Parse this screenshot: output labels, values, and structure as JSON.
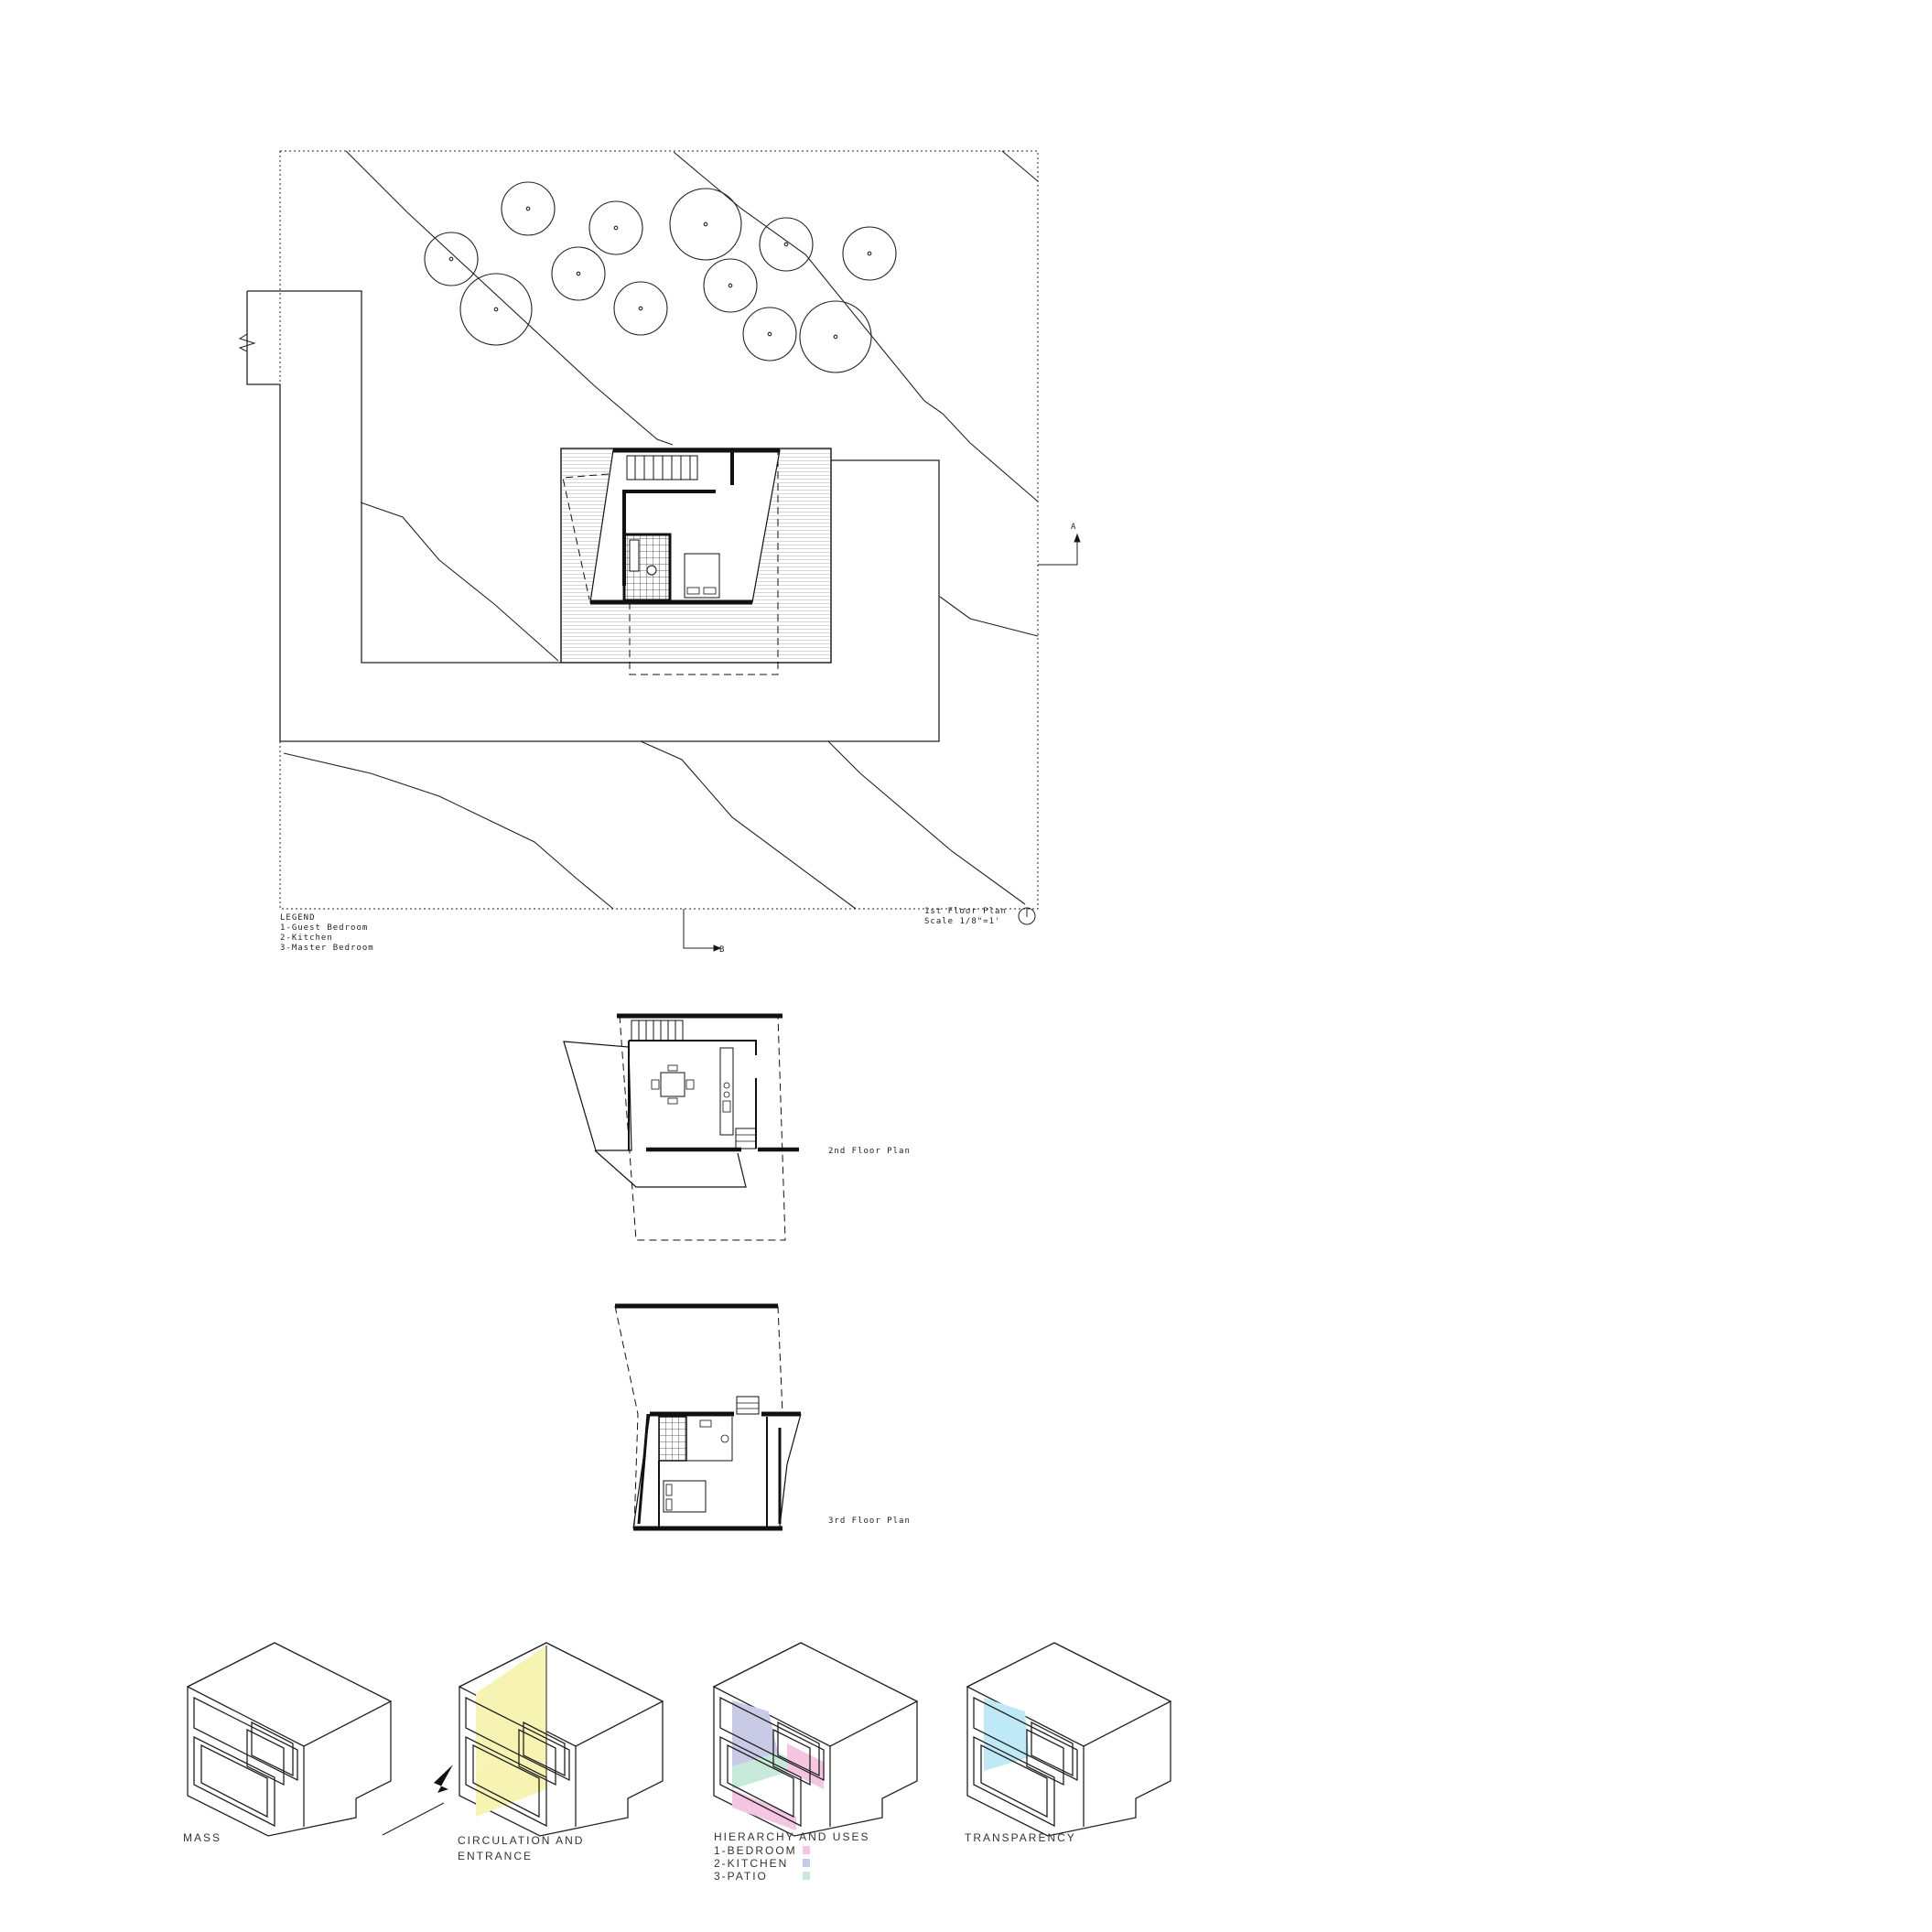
{
  "site_plan": {
    "legend_title": "LEGEND",
    "legend_items": [
      "1-Guest Bedroom",
      "2-Kitchen",
      "3-Master Bedroom"
    ],
    "title": "1st Floor Plan",
    "scale": "Scale 1/8\"=1'",
    "section_a": "A",
    "section_b": "B"
  },
  "floor2": {
    "title": "2nd Floor Plan"
  },
  "floor3": {
    "title": "3rd Floor Plan"
  },
  "diagrams": {
    "mass": "MASS",
    "circulation_line1": "CIRCULATION AND",
    "circulation_line2": "ENTRANCE",
    "hierarchy": "HIERARCHY AND USES",
    "uses": [
      {
        "label": "1-BEDROOM",
        "color": "#f4c6e2"
      },
      {
        "label": "2-KITCHEN",
        "color": "#c9cbe6"
      },
      {
        "label": "3-PATIO",
        "color": "#c6e9d9"
      }
    ],
    "transparency": "TRANSPARENCY"
  },
  "colors": {
    "circulation": "#f7f4b3",
    "bedroom": "#f4c6e2",
    "kitchen": "#c9cbe6",
    "patio": "#c6e9d9",
    "glass": "#bfe9f7"
  }
}
